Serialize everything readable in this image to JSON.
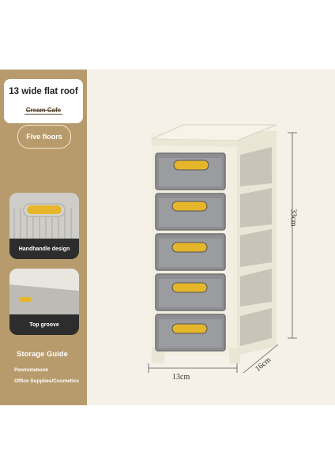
{
  "sidebar": {
    "title": "13 wide flat roof",
    "subtitle": "Cream Cafe",
    "pill": "Five floors",
    "details": [
      {
        "label": "Handhandle design"
      },
      {
        "label": "Top groove"
      }
    ],
    "guide_title": "Storage Guide",
    "guide_items": [
      "Pen/notebook",
      "Office Supplies/Cosmetics"
    ]
  },
  "dimensions": {
    "width": "13cm",
    "depth": "16cm",
    "height": "33cm"
  },
  "product": {
    "drawer_count": 5,
    "colors": {
      "frame": "#f3eedf",
      "drawer": "#8a8c90",
      "handle": "#e6b62a",
      "sidebar": "#b89b6c"
    }
  }
}
